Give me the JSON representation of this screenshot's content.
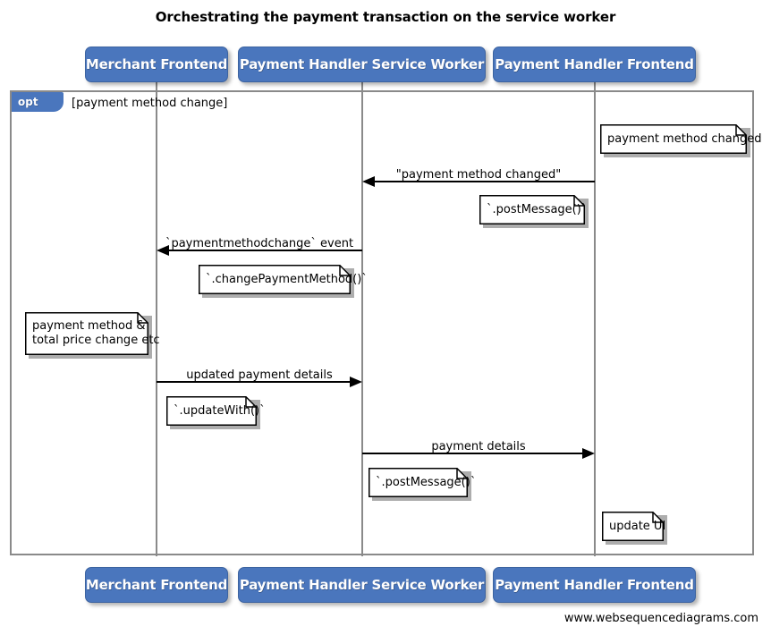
{
  "title": "Orchestrating the payment transaction on the service worker",
  "footer": "www.websequencediagrams.com",
  "colors": {
    "participant_fill": "#4a76bd",
    "participant_text": "#ffffff",
    "lifeline": "#8a8a8a",
    "frame_border": "#8a8a8a",
    "arrow": "#000000",
    "note_fill": "#ffffff",
    "background": "#ffffff"
  },
  "participants": [
    {
      "id": "merchant-frontend",
      "label": "Merchant Frontend"
    },
    {
      "id": "payment-handler-service-worker",
      "label": "Payment Handler Service Worker"
    },
    {
      "id": "payment-handler-frontend",
      "label": "Payment Handler Frontend"
    }
  ],
  "fragment": {
    "type": "opt",
    "tag_label": "opt",
    "guard": "[payment method change]"
  },
  "messages": [
    {
      "id": "payment-method-changed",
      "label": "\"payment method changed\"",
      "from": "payment-handler-frontend",
      "to": "payment-handler-service-worker",
      "direction": "left"
    },
    {
      "id": "paymentmethodchange-event",
      "label": "`paymentmethodchange` event",
      "from": "payment-handler-service-worker",
      "to": "merchant-frontend",
      "direction": "left"
    },
    {
      "id": "updated-payment-details",
      "label": "updated payment details",
      "from": "merchant-frontend",
      "to": "payment-handler-service-worker",
      "direction": "right"
    },
    {
      "id": "payment-details",
      "label": "payment details",
      "from": "payment-handler-service-worker",
      "to": "payment-handler-frontend",
      "direction": "right"
    }
  ],
  "notes": [
    {
      "id": "note-payment-method-changed",
      "text": "payment method changed"
    },
    {
      "id": "note-post-message-1",
      "text": "`.postMessage()`"
    },
    {
      "id": "note-change-payment-method",
      "text": "`.changePaymentMethod()`"
    },
    {
      "id": "note-payment-method-total-price",
      "text": "payment method &\ntotal price change etc"
    },
    {
      "id": "note-update-with",
      "text": "`.updateWith()`"
    },
    {
      "id": "note-post-message-2",
      "text": "`.postMessage()`"
    },
    {
      "id": "note-update-ui",
      "text": "update UI"
    }
  ]
}
